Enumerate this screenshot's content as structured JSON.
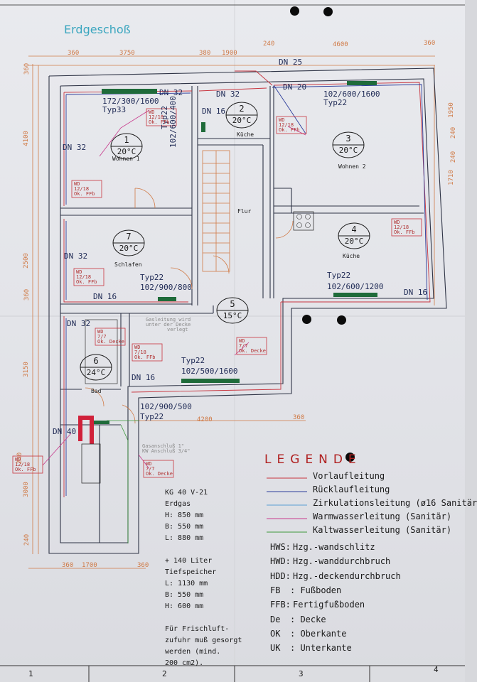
{
  "title": "Erdgeschoß",
  "dimensions": {
    "top_row": [
      "360",
      "3750",
      "380",
      "1900",
      "240",
      "4600",
      "360"
    ],
    "left_col": [
      "360",
      "4100",
      "2500",
      "360",
      "3150",
      "3000",
      "240"
    ],
    "right_col": [
      "1950",
      "240",
      "1710",
      "240"
    ],
    "bottom_row": [
      "360",
      "1700",
      "360"
    ],
    "mid_row": [
      "4200",
      "360"
    ],
    "stray_240": "240"
  },
  "pipes": {
    "dn25": "DN 25",
    "dn20": "DN 20",
    "dn32_wohnen_top": "DN 32",
    "dn32_kueche_top": "DN 32",
    "dn16_kueche": "DN 16",
    "dn32_wohnen_left": "DN 32",
    "dn32_schlafen": "DN 32",
    "dn16_schlafen": "DN 16",
    "dn16_kueche2": "DN 16",
    "dn32_bad": "DN 32",
    "dn16_flur": "DN 16",
    "dn40": "DN 40"
  },
  "rooms": [
    {
      "number": "1",
      "temp": "20°C",
      "name": "Wohnen 1"
    },
    {
      "number": "2",
      "temp": "20°C",
      "name": "Küche"
    },
    {
      "number": "3",
      "temp": "20°C",
      "name": "Wohnen 2"
    },
    {
      "number": "4",
      "temp": "20°C",
      "name": "Küche"
    },
    {
      "number": "5",
      "temp": "15°C",
      "name": "Flur"
    },
    {
      "number": "6",
      "temp": "24°C",
      "name": "Bad"
    },
    {
      "number": "7",
      "temp": "20°C",
      "name": "Schlafen"
    }
  ],
  "radiators": {
    "r1_size": "172/300/1600",
    "r1_type": "Typ33",
    "r2_type": "Typ22",
    "r2_size": "102/600/400",
    "r3_size": "102/600/1600",
    "r3_type": "Typ22",
    "r4_type": "Typ22",
    "r4_size": "102/600/1200",
    "r5_type": "Typ22",
    "r5_size": "102/900/800",
    "r6_type": "Typ22",
    "r6_size": "102/500/1600",
    "r7_size": "102/900/500",
    "r7_type": "Typ22"
  },
  "notes": {
    "gasleitung": [
      "Gasleitung wird",
      "unter der Decke",
      "verlegt"
    ],
    "anschluss": [
      "Gasanschluß 1\"",
      "KW Anschluß 3/4\""
    ]
  },
  "callouts": {
    "c1": [
      "WD",
      "12/18",
      "Ok. FFb"
    ],
    "c2": [
      "WD",
      "12/18",
      "Ok. FFb"
    ],
    "c3": [
      "WD",
      "12/18",
      "Ok. FFb"
    ],
    "c4": [
      "WD",
      "12/18",
      "Ok. FFb"
    ],
    "c5": [
      "WD",
      "12/18",
      "Ok. FFb"
    ],
    "c6": [
      "WD",
      "7/7",
      "Ok. Decke"
    ],
    "c7": [
      "WD",
      "7/18",
      "Ok. FFb"
    ],
    "c8": [
      "WD",
      "7/7",
      "Ok. Decke"
    ],
    "c9": [
      "WD",
      "12/18",
      "Ok. FFb"
    ],
    "c10": [
      "WD",
      "7/7",
      "Ok. Decke"
    ]
  },
  "boiler": {
    "lines": [
      "KG 40 V-21",
      "Erdgas",
      "H:  850 mm",
      "B:  550 mm",
      "L:  880 mm",
      "",
      "+ 140 Liter",
      "Tiefspeicher",
      "L:  1130 mm",
      "B:  550 mm",
      "H:  600 mm",
      "",
      "Für Frischluft-",
      "zufuhr muß gesorgt",
      "werden (mind.",
      "200 cm2)."
    ]
  },
  "legend": {
    "title": "LEGENDE",
    "lines": [
      {
        "label": "Vorlaufleitung",
        "color": "#c8343e"
      },
      {
        "label": "Rücklaufleitung",
        "color": "#2b3b9a"
      },
      {
        "label": "Zirkulationsleitung (ø16 Sanitär",
        "color": "#5a9fd4"
      },
      {
        "label": "Warmwasserleitung (Sanitär)",
        "color": "#c8398c"
      },
      {
        "label": "Kaltwasserleitung (Sanitär)",
        "color": "#3d9a3d"
      }
    ],
    "abbrev": [
      {
        "key": "HWS:",
        "text": "Hzg.-wandschlitz"
      },
      {
        "key": "HWD:",
        "text": "Hzg.-wanddurchbruch"
      },
      {
        "key": "HDD:",
        "text": "Hzg.-deckendurchbruch"
      },
      {
        "key": "FB",
        "text": ": Fußboden"
      },
      {
        "key": "FFB:",
        "text": "Fertigfußboden"
      },
      {
        "key": "De",
        "text": ": Decke"
      },
      {
        "key": "OK",
        "text": ": Oberkante"
      },
      {
        "key": "UK",
        "text": ": Unterkante"
      }
    ]
  },
  "grid": [
    "1",
    "2",
    "3",
    "4"
  ],
  "colors": {
    "title": "#3aa6bf",
    "wall": "#2f3446",
    "supply": "#c8343e",
    "return": "#2b3b9a",
    "radiator": "#1f6b3a",
    "dimension": "#d07a46"
  }
}
